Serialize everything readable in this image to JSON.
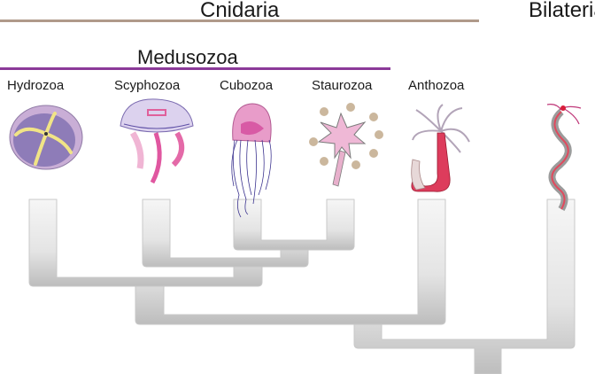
{
  "clades": {
    "cnidaria": {
      "label": "Cnidaria",
      "color": "#b09a8a"
    },
    "bilateria": {
      "label": "Bilateria"
    },
    "medusozoa": {
      "label": "Medusozoa",
      "color": "#8b3a99"
    }
  },
  "taxa": [
    {
      "id": "hydrozoa",
      "label": "Hydrozoa"
    },
    {
      "id": "scyphozoa",
      "label": "Scyphozoa"
    },
    {
      "id": "cubozoa",
      "label": "Cubozoa"
    },
    {
      "id": "staurozoa",
      "label": "Staurozoa"
    },
    {
      "id": "anthozoa",
      "label": "Anthozoa"
    }
  ],
  "tree": {
    "topology": "((Hydrozoa,(Scyphozoa,(Cubozoa,Staurozoa))),Anthozoa),Bilateria",
    "branch_fill": "#e8e8e8",
    "branch_stroke": "#c4c4c4"
  }
}
